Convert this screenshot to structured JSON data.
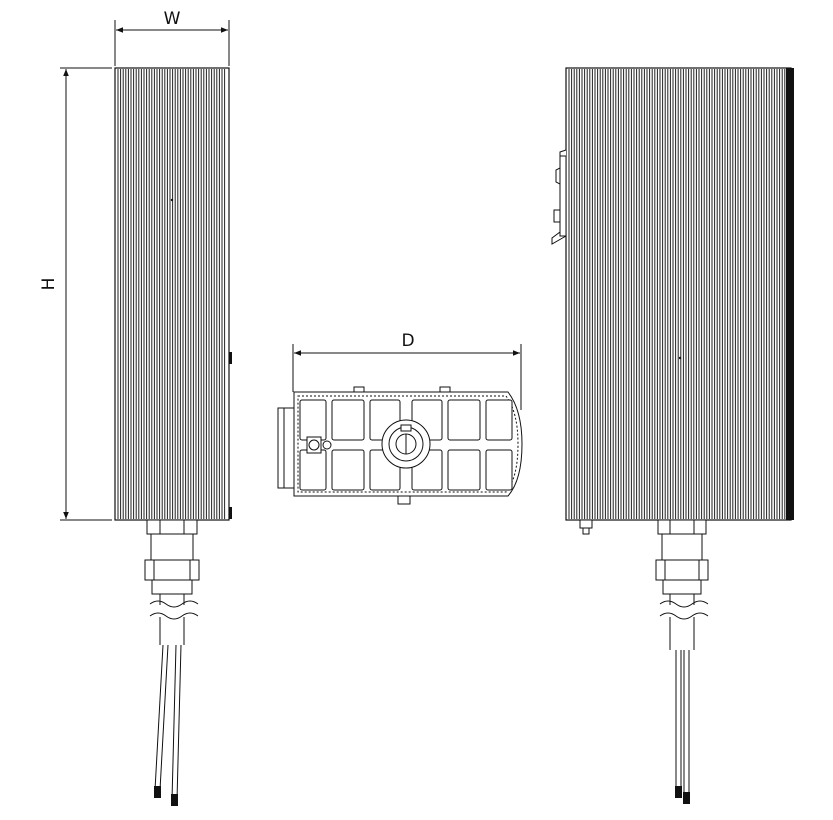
{
  "dimensions": {
    "width_label": "W",
    "height_label": "H",
    "depth_label": "D"
  },
  "colors": {
    "line": "#111111",
    "background": "#ffffff"
  }
}
